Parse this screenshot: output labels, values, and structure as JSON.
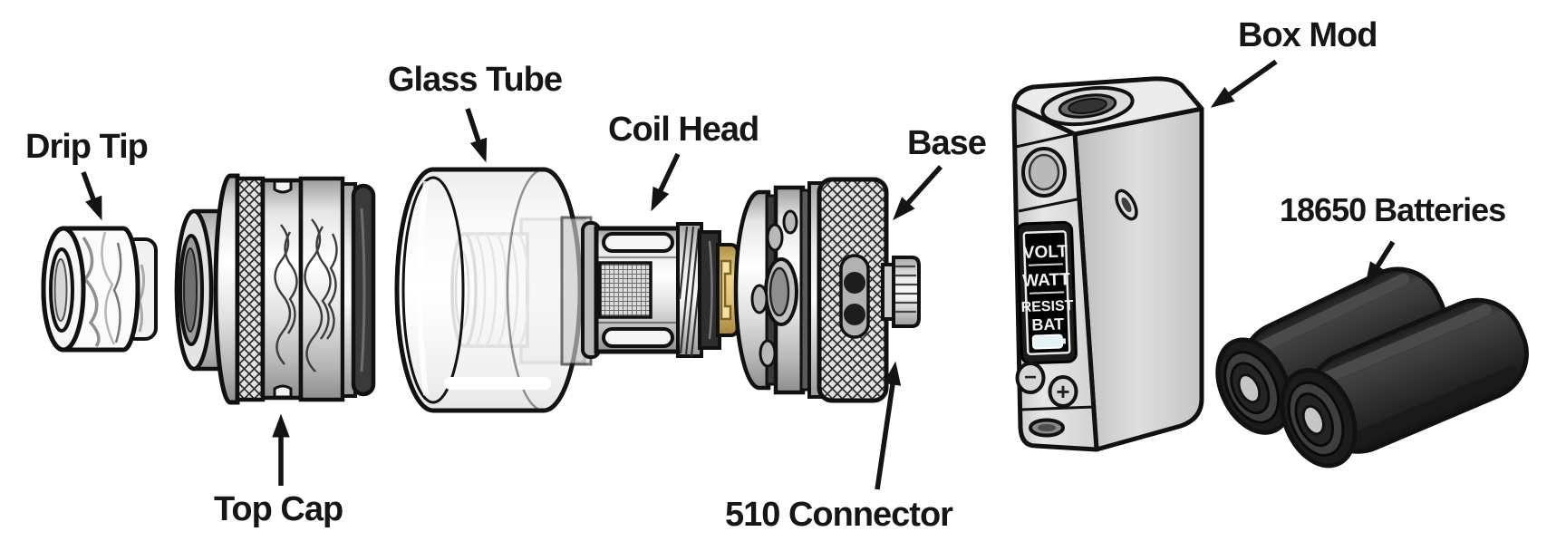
{
  "labels": {
    "drip_tip": "Drip Tip",
    "top_cap": "Top Cap",
    "glass_tube": "Glass Tube",
    "coil_head": "Coil Head",
    "base": "Base",
    "connector_510": "510 Connector",
    "box_mod": "Box Mod",
    "batteries_18650": "18650 Batteries"
  },
  "box_mod_display": {
    "line1": "VOLT",
    "line2": "WATT",
    "line3": "RESIST",
    "line4": "BAT"
  },
  "box_mod_buttons": {
    "minus": "−",
    "plus": "+"
  },
  "colors": {
    "background": "#ffffff",
    "outline": "#111111",
    "label_text": "#161616",
    "metal_light": "#f2f2f2",
    "metal_mid": "#c9c9c9",
    "metal_dark": "#8e8e8e",
    "brass": "#d9b968",
    "battery_body": "#2d2d2d",
    "screen_background": "#000000",
    "screen_text": "#f2f2f2"
  }
}
